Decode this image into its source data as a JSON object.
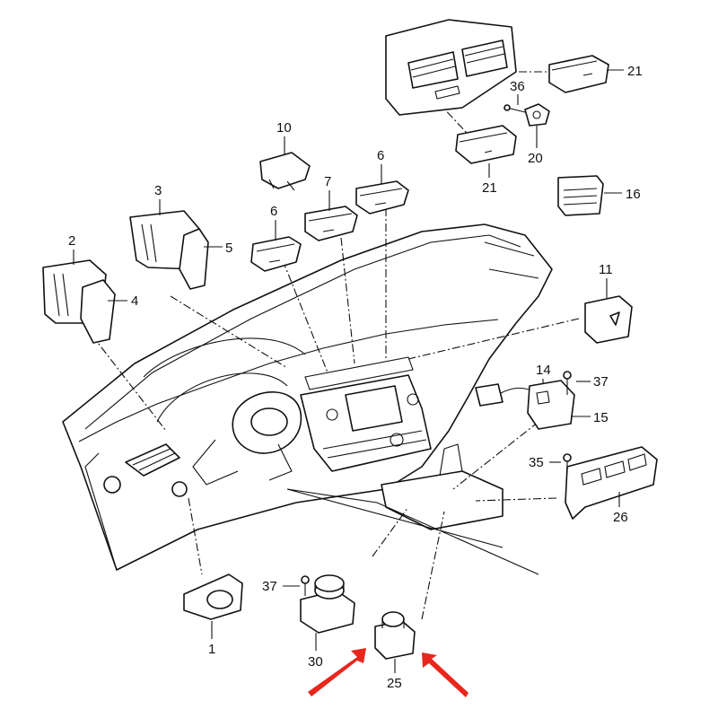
{
  "colors": {
    "line": "#111111",
    "background": "#ffffff",
    "arrow": "#e8261c"
  },
  "callouts": [
    {
      "id": "c1",
      "text": "1"
    },
    {
      "id": "c2",
      "text": "2"
    },
    {
      "id": "c3",
      "text": "3"
    },
    {
      "id": "c4",
      "text": "4"
    },
    {
      "id": "c5",
      "text": "5"
    },
    {
      "id": "c6a",
      "text": "6"
    },
    {
      "id": "c6b",
      "text": "6"
    },
    {
      "id": "c7",
      "text": "7"
    },
    {
      "id": "c10",
      "text": "10"
    },
    {
      "id": "c11",
      "text": "11"
    },
    {
      "id": "c14",
      "text": "14"
    },
    {
      "id": "c15",
      "text": "15"
    },
    {
      "id": "c16",
      "text": "16"
    },
    {
      "id": "c20",
      "text": "20"
    },
    {
      "id": "c21a",
      "text": "21"
    },
    {
      "id": "c21b",
      "text": "21"
    },
    {
      "id": "c25",
      "text": "25"
    },
    {
      "id": "c26",
      "text": "26"
    },
    {
      "id": "c30",
      "text": "30"
    },
    {
      "id": "c35",
      "text": "35"
    },
    {
      "id": "c36",
      "text": "36"
    },
    {
      "id": "c37a",
      "text": "37"
    },
    {
      "id": "c37b",
      "text": "37"
    }
  ]
}
